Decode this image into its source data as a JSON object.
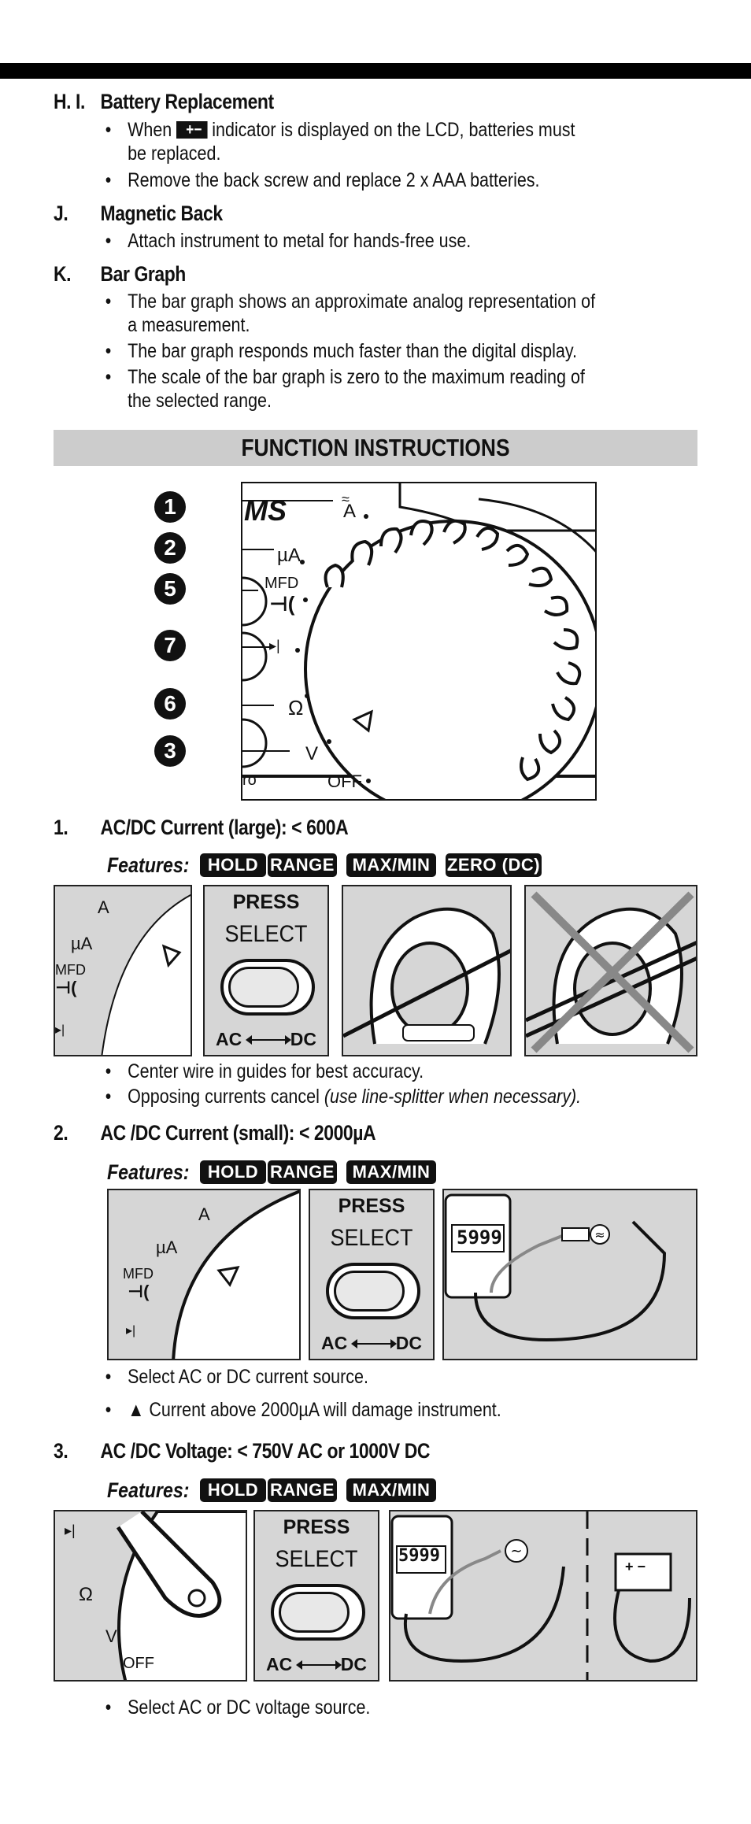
{
  "sections": {
    "hi": {
      "label": "H. I.",
      "title": "Battery Replacement",
      "bullet1a": "When",
      "battery_glyph": "+−",
      "bullet1b": "indicator is displayed on the LCD, batteries must be replaced.",
      "bullet2": "Remove the back screw and replace 2 x AAA batteries."
    },
    "j": {
      "label": "J.",
      "title": "Magnetic Back",
      "bullet1": "Attach instrument to metal for hands-free use."
    },
    "k": {
      "label": "K.",
      "title": "Bar Graph",
      "bullet1": "The bar graph shows an approximate analog representation of a measurement.",
      "bullet2": "The bar graph responds much faster than the digital display.",
      "bullet3": "The scale of the bar graph is zero to the maximum reading of the selected range."
    }
  },
  "band_title": "FUNCTION INSTRUCTIONS",
  "dial": {
    "brand": "MS",
    "callouts": [
      "1",
      "2",
      "5",
      "7",
      "6",
      "3"
    ],
    "labels": {
      "a": "A",
      "ua": "µA",
      "mfd": "MFD",
      "cap": "⊣(",
      "ohm": "Ω",
      "v": "V",
      "off": "OFF",
      "ro": "ro"
    }
  },
  "items": [
    {
      "num": "1.",
      "title": "AC/DC Current (large): < 600A",
      "features_label": "Features:",
      "tags": [
        "HOLD",
        "RANGE",
        "MAX/MIN",
        "ZERO (DC)"
      ],
      "bullets": [
        "Center wire in guides for best accuracy.",
        "Opposing currents cancel"
      ],
      "bullet_italic": "(use line-splitter when necessary)."
    },
    {
      "num": "2.",
      "title": "AC /DC Current (small): < 2000µA",
      "features_label": "Features:",
      "tags": [
        "HOLD",
        "RANGE",
        "MAX/MIN"
      ],
      "bullets": [
        "Select AC or DC current source.",
        "Current above 2000µA will damage instrument."
      ],
      "warning_glyph": "▲"
    },
    {
      "num": "3.",
      "title": "AC /DC Voltage: < 750V AC or 1000V DC",
      "features_label": "Features:",
      "tags": [
        "HOLD",
        "RANGE",
        "MAX/MIN"
      ],
      "bullets": [
        "Select AC or DC voltage source."
      ]
    }
  ],
  "press_panel": {
    "press": "PRESS",
    "select": "SELECT",
    "ac": "AC",
    "dc": "DC"
  },
  "lcd_reading": "5999",
  "battery_label": "+ −",
  "colors": {
    "panel": "#d6d6d6",
    "band": "#cccccc",
    "tag": "#111111",
    "cross": "#888888"
  }
}
